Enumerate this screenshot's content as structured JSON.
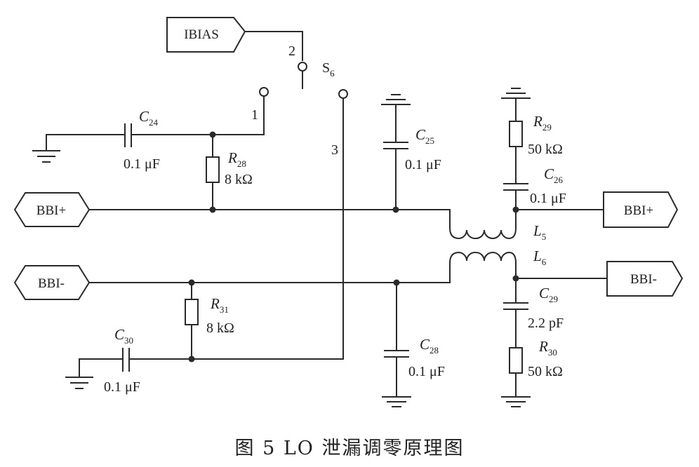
{
  "ports": {
    "ibias": "IBIAS",
    "bbi_plus_in": "BBI+",
    "bbi_minus_in": "BBI-",
    "bbi_plus_out": "BBI+",
    "bbi_minus_out": "BBI-"
  },
  "switch": {
    "name": "S",
    "sub": "6",
    "pin1": "1",
    "pin2": "2",
    "pin3": "3"
  },
  "components": {
    "c24": {
      "sym": "C",
      "sub": "24",
      "value": "0.1 μF"
    },
    "r28": {
      "sym": "R",
      "sub": "28",
      "value": "8 kΩ"
    },
    "c25": {
      "sym": "C",
      "sub": "25",
      "value": "0.1 μF"
    },
    "r29": {
      "sym": "R",
      "sub": "29",
      "value": "50 kΩ"
    },
    "c26": {
      "sym": "C",
      "sub": "26",
      "value": "0.1 μF"
    },
    "l5": {
      "sym": "L",
      "sub": "5"
    },
    "l6": {
      "sym": "L",
      "sub": "6"
    },
    "c29": {
      "sym": "C",
      "sub": "29",
      "value": "2.2 pF"
    },
    "r30": {
      "sym": "R",
      "sub": "30",
      "value": "50 kΩ"
    },
    "r31": {
      "sym": "R",
      "sub": "31",
      "value": "8 kΩ"
    },
    "c28": {
      "sym": "C",
      "sub": "28",
      "value": "0.1 μF"
    },
    "c30": {
      "sym": "C",
      "sub": "30",
      "value": "0.1 μF"
    }
  },
  "caption": "图 5  LO 泄漏调零原理图"
}
